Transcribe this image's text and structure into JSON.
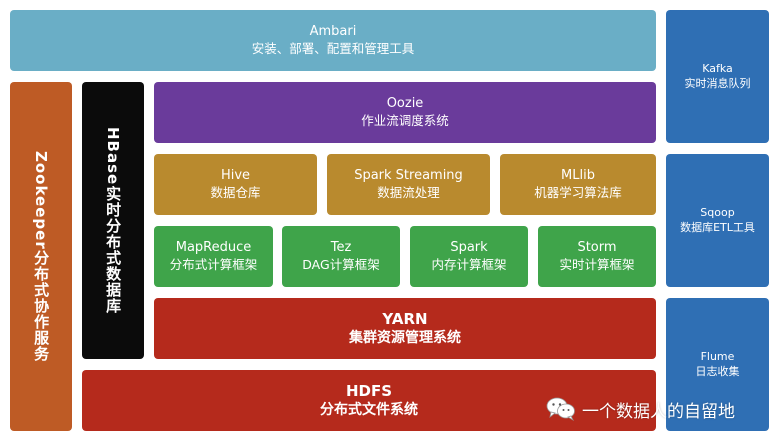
{
  "top": {
    "title": "Ambari",
    "subtitle": "安装、部署、配置和管理工具"
  },
  "left": {
    "zookeeper": {
      "title": "Zookeeper",
      "subtitle": "分布式协作服务"
    },
    "hbase": {
      "title": "HBase",
      "subtitle": "实时分布式数据库"
    }
  },
  "layers": {
    "oozie": {
      "title": "Oozie",
      "subtitle": "作业流调度系统"
    },
    "row2": [
      {
        "title": "Hive",
        "subtitle": "数据仓库"
      },
      {
        "title": "Spark Streaming",
        "subtitle": "数据流处理"
      },
      {
        "title": "MLlib",
        "subtitle": "机器学习算法库"
      }
    ],
    "row3": [
      {
        "title": "MapReduce",
        "subtitle": "分布式计算框架"
      },
      {
        "title": "Tez",
        "subtitle": "DAG计算框架"
      },
      {
        "title": "Spark",
        "subtitle": "内存计算框架"
      },
      {
        "title": "Storm",
        "subtitle": "实时计算框架"
      }
    ],
    "yarn": {
      "title": "YARN",
      "subtitle": "集群资源管理系统"
    },
    "hdfs": {
      "title": "HDFS",
      "subtitle": "分布式文件系统"
    }
  },
  "right": [
    {
      "title": "Kafka",
      "subtitle": "实时消息队列"
    },
    {
      "title": "Sqoop",
      "subtitle": "数据库ETL工具"
    },
    {
      "title": "Flume",
      "subtitle": "日志收集"
    }
  ],
  "watermark": {
    "text": "一个数据人的自留地"
  },
  "colors": {
    "teal": "#6aaec6",
    "purple": "#6a3b9b",
    "gold": "#b98a2e",
    "green": "#3fa44a",
    "red": "#b52a1c",
    "orange": "#be5b25",
    "black": "#0b0b0b",
    "blue": "#2f6fb4"
  }
}
